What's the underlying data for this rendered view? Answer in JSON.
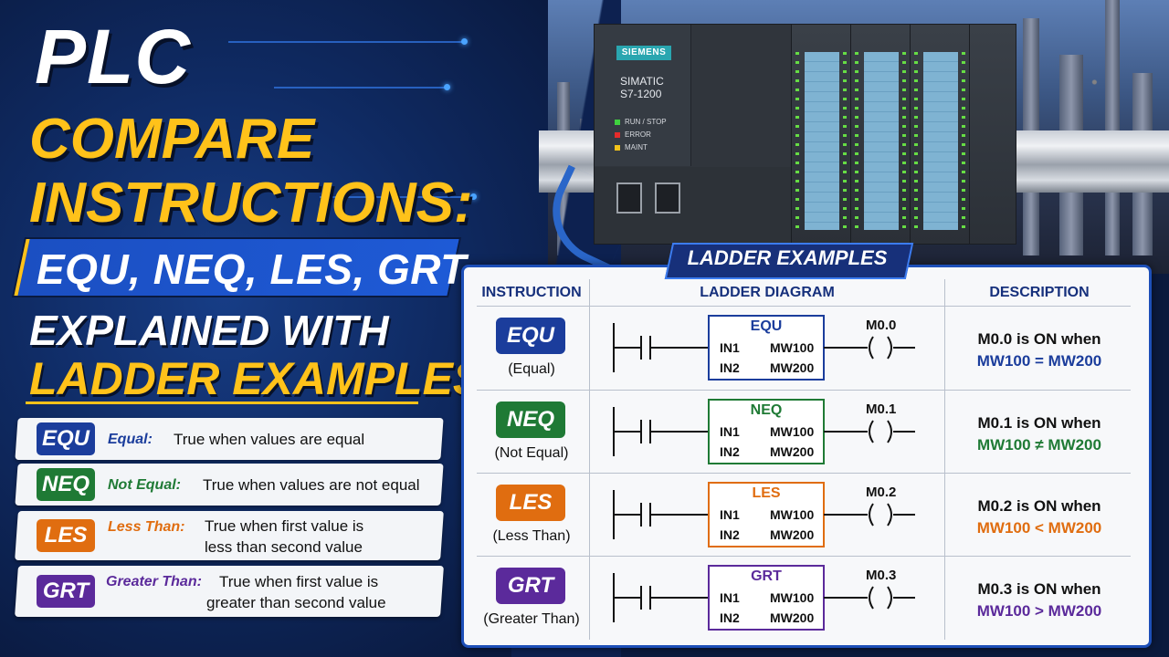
{
  "headline": {
    "line1": "PLC",
    "line2": "COMPARE",
    "line3": "INSTRUCTIONS:",
    "banner": "EQU, NEQ, LES, GRT",
    "line5": "EXPLAINED WITH",
    "line6": "LADDER EXAMPLES"
  },
  "plc": {
    "brand": "SIEMENS",
    "model_line1": "SIMATIC",
    "model_line2": "S7-1200",
    "leds": [
      "RUN / STOP",
      "ERROR",
      "MAINT"
    ]
  },
  "summary": [
    {
      "code": "EQU",
      "label": "Equal:",
      "desc1": "True when values are equal",
      "desc2": "",
      "color": "#1b3d9c"
    },
    {
      "code": "NEQ",
      "label": "Not Equal:",
      "desc1": "True when values are not equal",
      "desc2": "",
      "color": "#1f7a35"
    },
    {
      "code": "LES",
      "label": "Less Than:",
      "desc1": "True when first value is",
      "desc2": "less than second value",
      "color": "#e06d10"
    },
    {
      "code": "GRT",
      "label": "Greater Than:",
      "desc1": "True when first value is",
      "desc2": "greater than second value",
      "color": "#5b2a9b"
    }
  ],
  "panel": {
    "title": "LADDER EXAMPLES",
    "headers": [
      "INSTRUCTION",
      "LADDER DIAGRAM",
      "DESCRIPTION"
    ],
    "rows": [
      {
        "code": "EQU",
        "sub": "(Equal)",
        "in1": "IN1",
        "in2": "IN2",
        "op1": "MW100",
        "op2": "MW200",
        "coil": "M0.0",
        "desc1": "M0.0 is ON when",
        "desc2": "MW100  =  MW200",
        "color": "#1b3d9c"
      },
      {
        "code": "NEQ",
        "sub": "(Not Equal)",
        "in1": "IN1",
        "in2": "IN2",
        "op1": "MW100",
        "op2": "MW200",
        "coil": "M0.1",
        "desc1": "M0.1 is ON when",
        "desc2": "MW100  ≠  MW200",
        "color": "#1f7a35"
      },
      {
        "code": "LES",
        "sub": "(Less Than)",
        "in1": "IN1",
        "in2": "IN2",
        "op1": "MW100",
        "op2": "MW200",
        "coil": "M0.2",
        "desc1": "M0.2 is ON when",
        "desc2": "MW100  <  MW200",
        "color": "#e06d10"
      },
      {
        "code": "GRT",
        "sub": "(Greater Than)",
        "in1": "IN1",
        "in2": "IN2",
        "op1": "MW100",
        "op2": "MW200",
        "coil": "M0.3",
        "desc1": "M0.3 is ON when",
        "desc2": "MW100  >  MW200",
        "color": "#5b2a9b"
      }
    ]
  }
}
